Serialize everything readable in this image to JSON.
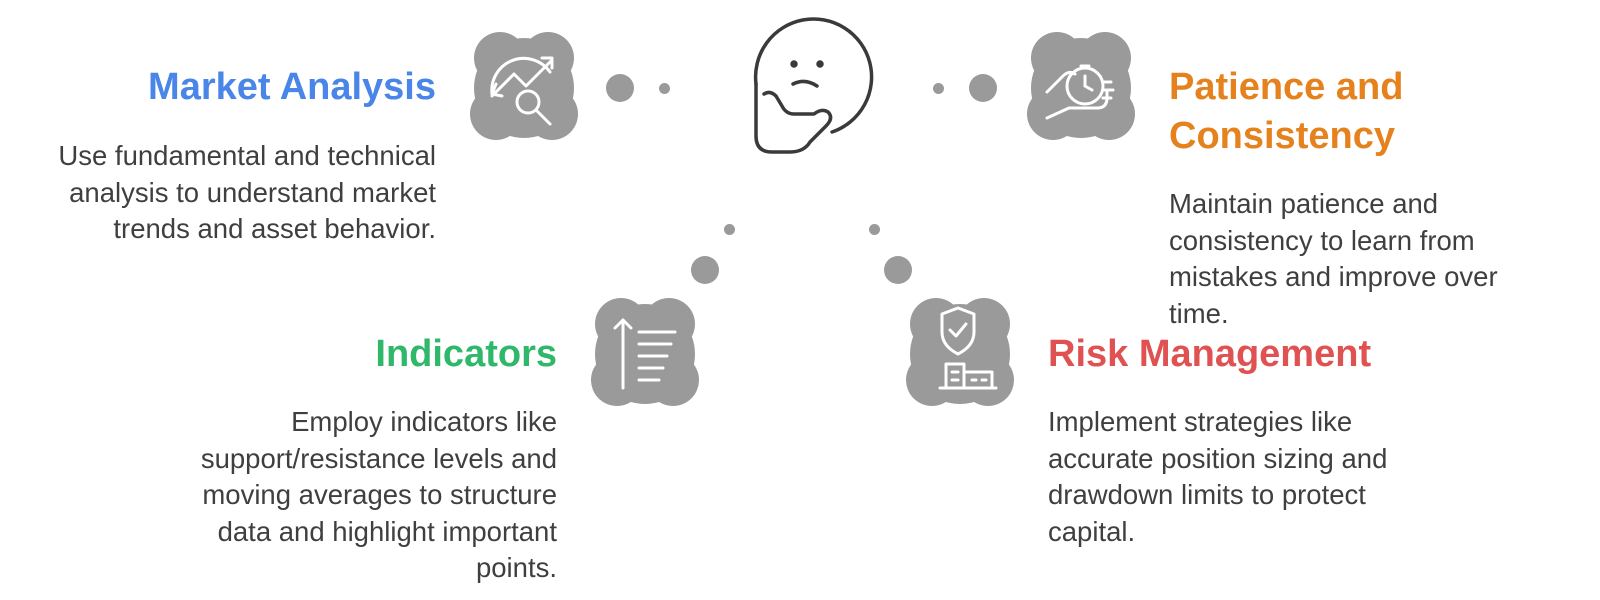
{
  "colors": {
    "market_analysis": "#4a86e8",
    "patience": "#e6821e",
    "indicators": "#2fb86a",
    "risk": "#e05252",
    "blob": "#9a9a9a",
    "icon_stroke": "#ffffff",
    "text": "#3f3f3f"
  },
  "center": {
    "icon": "thinking-face-icon"
  },
  "items": {
    "market_analysis": {
      "title": "Market Analysis",
      "description_lines": [
        "Use fundamental and technical",
        "analysis to understand market",
        "trends and asset behavior."
      ],
      "icon": "trend-analysis-icon"
    },
    "patience": {
      "title_lines": [
        "Patience and",
        "Consistency"
      ],
      "description_lines": [
        "Maintain patience and",
        "consistency to learn from",
        "mistakes and improve over",
        "time."
      ],
      "icon": "stopwatch-hand-icon"
    },
    "indicators": {
      "title": "Indicators",
      "description_lines": [
        "Employ indicators like",
        "support/resistance levels and",
        "moving averages to structure",
        "data and highlight important",
        "points."
      ],
      "icon": "sort-list-icon"
    },
    "risk": {
      "title": "Risk Management",
      "description_lines": [
        "Implement strategies like",
        "accurate position sizing and",
        "drawdown limits to protect",
        "capital."
      ],
      "icon": "shield-buildings-icon"
    }
  }
}
